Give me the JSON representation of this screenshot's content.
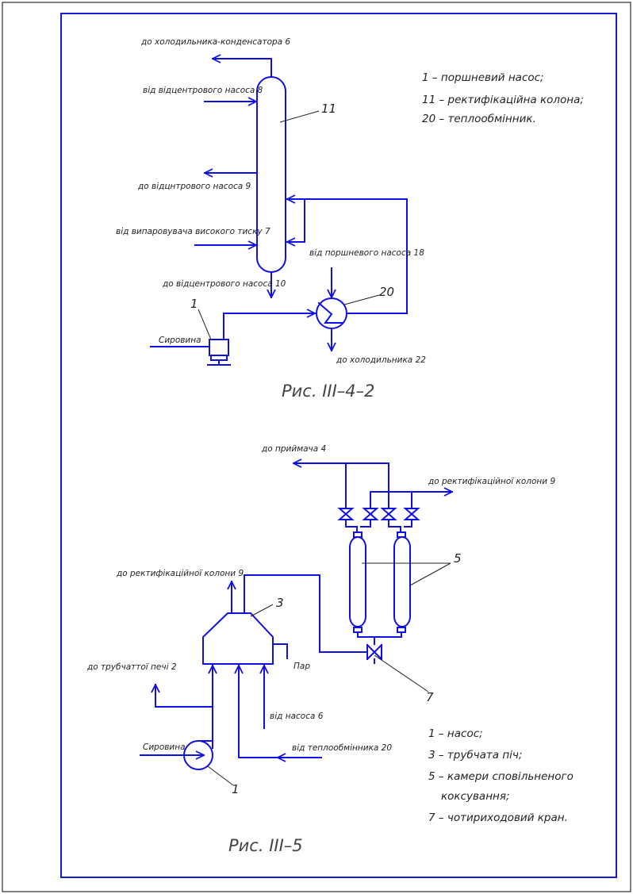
{
  "fig1": {
    "labels": {
      "to_condenser": "до холодильника-конденсатора 6",
      "from_pump8": "від відцентрового насоса 8",
      "to_pump9": "до відцнтрового насоса 9",
      "from_evap7": "від випаровувача високого тиску 7",
      "to_pump10": "до відцентрового насоса 10",
      "from_piston18": "від поршневого насоса 18",
      "to_cooler22": "до холодильника 22",
      "feed": "Сировина",
      "num_column": "11",
      "num_hx": "20",
      "num_pump": "1"
    },
    "legend": [
      "1 – поршневий насос;",
      "11 – ректифікаційна колона;",
      "20 – теплообмінник."
    ],
    "caption": "Рис. ІІІ–4–2"
  },
  "fig2": {
    "labels": {
      "to_receiver": "до приймача 4",
      "to_column9_top": "до ректифікаційної колони 9",
      "to_column9_left": "до ректифікаційної колони 9",
      "to_tube_furnace": "до трубчаттої печі 2",
      "steam": "Пар",
      "from_pump6": "від насоса 6",
      "from_hx20": "від теплообмінника 20",
      "feed": "Сировина",
      "num_furnace": "3",
      "num_chambers": "5",
      "num_valve": "7",
      "num_pump": "1"
    },
    "legend": [
      "1 – насос;",
      "3 – трубчата піч;",
      "5 – камери сповільненого",
      "коксування;",
      "7 – чотириходовий кран."
    ],
    "caption": "Рис. ІІІ–5"
  },
  "colors": {
    "line": "#1010e0",
    "frame": "#1a1ad0",
    "text": "#222222"
  }
}
